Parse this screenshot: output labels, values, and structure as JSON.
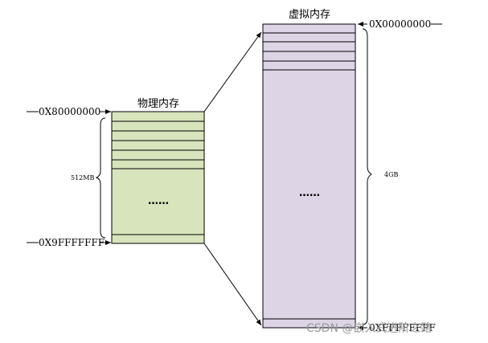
{
  "physical": {
    "title": "物理内存",
    "start_addr": "0X80000000",
    "end_addr": "0X9FFFFFFF",
    "size": "512MB",
    "ellipsis": "……",
    "fill": "#d8e4bc"
  },
  "virtual": {
    "title": "虚拟内存",
    "start_addr": "0X00000000",
    "size": "4GB",
    "ellipsis": "……",
    "fill": "#ddd5e6",
    "end_addr_partial": "0XFFFFFFFF"
  },
  "watermark": "CSDN @嵌入式进阶之路"
}
